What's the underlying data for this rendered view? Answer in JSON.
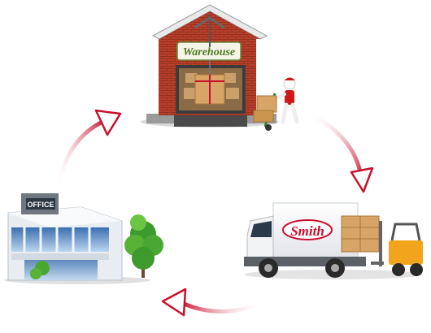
{
  "diagram": {
    "nodes": [
      {
        "id": "warehouse",
        "label": "Warehouse",
        "icon": "warehouse-building-icon"
      },
      {
        "id": "truck",
        "label": "Smith",
        "icon": "delivery-truck-icon"
      },
      {
        "id": "office",
        "label": "OFFICE",
        "icon": "office-building-icon"
      }
    ],
    "cycle_direction": "clockwise",
    "arrow_color": "#c8102e"
  }
}
